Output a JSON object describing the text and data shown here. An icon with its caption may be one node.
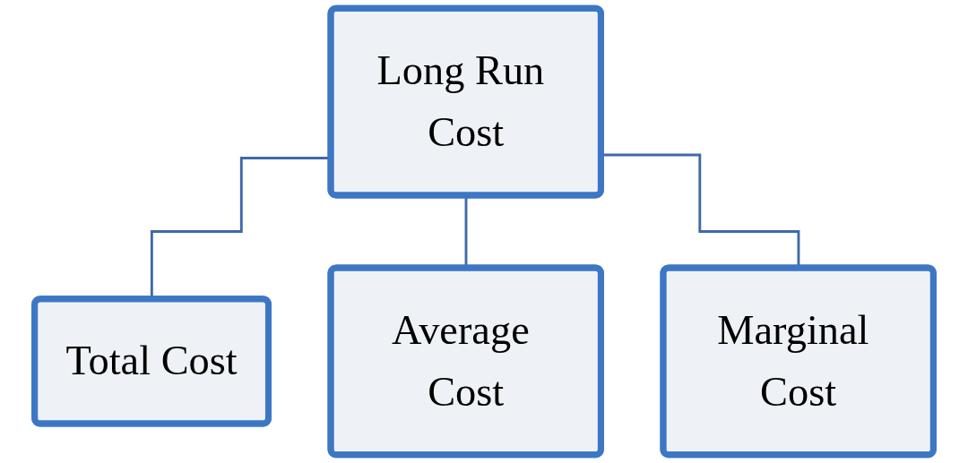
{
  "diagram": {
    "nodes": [
      {
        "text": [
          "Long Run Cost"
        ]
      },
      {
        "text": [
          "Total Cost"
        ]
      },
      {
        "text": [
          "Average Cost"
        ]
      },
      {
        "text": [
          "Marginal Cost"
        ]
      }
    ],
    "edges": [
      {
        "from": 0,
        "to": 1,
        "arrow": "none"
      },
      {
        "from": 0,
        "to": 2,
        "arrow": "none"
      },
      {
        "from": 0,
        "to": 3,
        "arrow": "none"
      }
    ]
  }
}
